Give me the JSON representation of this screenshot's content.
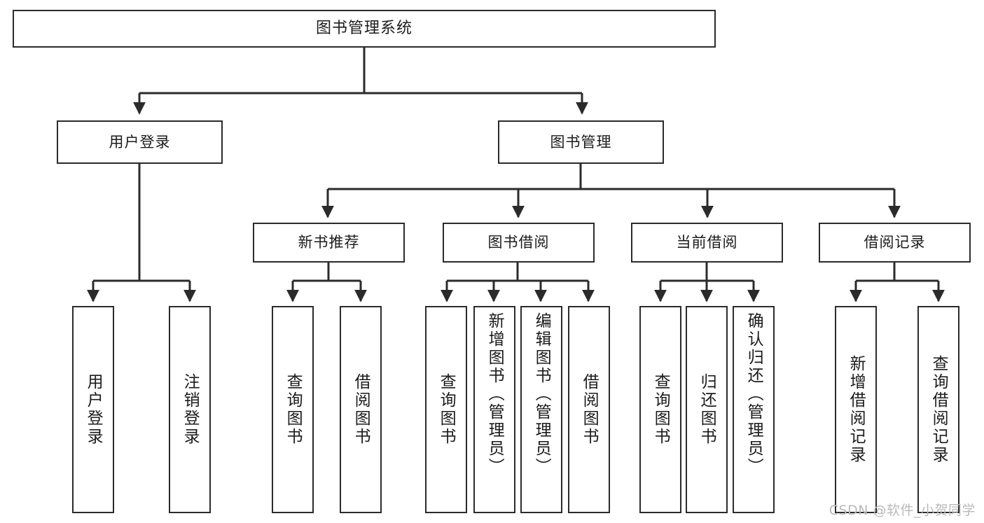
{
  "diagram": {
    "title": "图书管理系统",
    "type": "tree",
    "watermark": "CSDN @软件_小贺同学",
    "colors": {
      "box_border": "#2b2b2b",
      "box_fill": "#ffffff",
      "edge": "#2b2b2b",
      "text": "#1b1b1b",
      "watermark": "#b9b9b9"
    },
    "nodes": {
      "root": {
        "label": "图书管理系统",
        "level": 0
      },
      "l1": [
        {
          "id": "user-login",
          "label": "用户登录",
          "level": 1
        },
        {
          "id": "book-manage",
          "label": "图书管理",
          "level": 1
        }
      ],
      "l2": [
        {
          "id": "new-book-rec",
          "label": "新书推荐",
          "level": 2,
          "parent": "book-manage"
        },
        {
          "id": "book-borrow",
          "label": "图书借阅",
          "level": 2,
          "parent": "book-manage"
        },
        {
          "id": "current-borrow",
          "label": "当前借阅",
          "level": 2,
          "parent": "book-manage"
        },
        {
          "id": "borrow-record",
          "label": "借阅记录",
          "level": 2,
          "parent": "book-manage"
        }
      ],
      "leaves": [
        {
          "id": "leaf-user-login",
          "label": "用户登录",
          "parent": "user-login"
        },
        {
          "id": "leaf-user-logout",
          "label": "注销登录",
          "parent": "user-login"
        },
        {
          "id": "leaf-query-book-1",
          "label": "查询图书",
          "parent": "new-book-rec"
        },
        {
          "id": "leaf-borrow-book-1",
          "label": "借阅图书",
          "parent": "new-book-rec"
        },
        {
          "id": "leaf-query-book-2",
          "label": "查询图书",
          "parent": "book-borrow"
        },
        {
          "id": "leaf-add-book",
          "label": "新增图书（管理员）",
          "parent": "book-borrow"
        },
        {
          "id": "leaf-edit-book",
          "label": "编辑图书（管理员）",
          "parent": "book-borrow"
        },
        {
          "id": "leaf-borrow-book-2",
          "label": "借阅图书",
          "parent": "book-borrow"
        },
        {
          "id": "leaf-query-book-3",
          "label": "查询图书",
          "parent": "current-borrow"
        },
        {
          "id": "leaf-return-book",
          "label": "归还图书",
          "parent": "current-borrow"
        },
        {
          "id": "leaf-confirm-return",
          "label": "确认归还（管理员）",
          "parent": "current-borrow"
        },
        {
          "id": "leaf-add-record",
          "label": "新增借阅记录",
          "parent": "borrow-record"
        },
        {
          "id": "leaf-query-record",
          "label": "查询借阅记录",
          "parent": "borrow-record"
        }
      ]
    }
  }
}
